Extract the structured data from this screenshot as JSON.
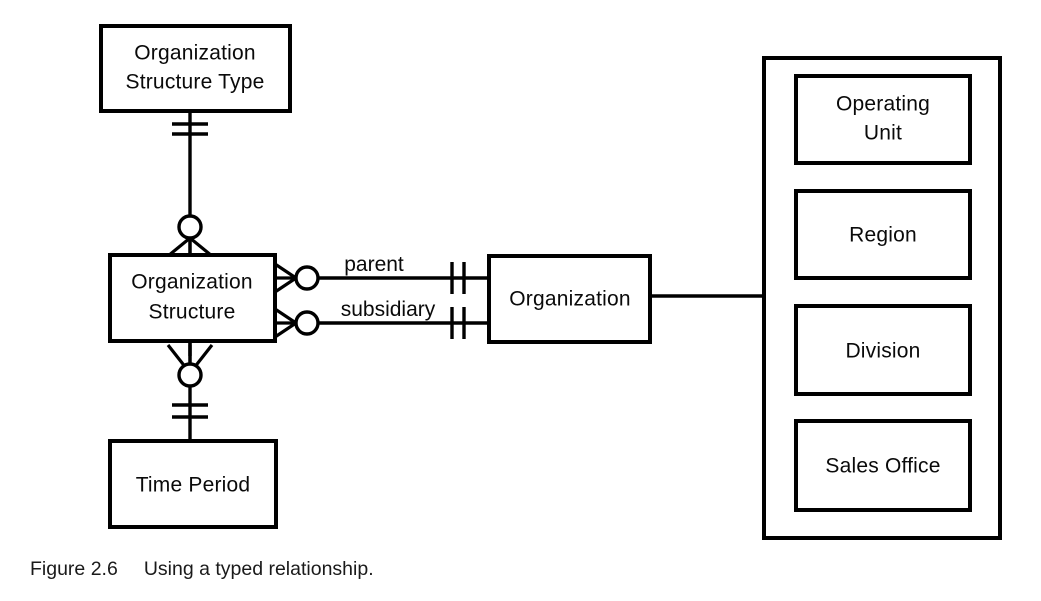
{
  "figure": {
    "number": "Figure 2.6",
    "caption": "Using a typed relationship."
  },
  "entities": {
    "org_structure_type": {
      "line1": "Organization",
      "line2": "Structure Type"
    },
    "org_structure": {
      "line1": "Organization",
      "line2": "Structure"
    },
    "time_period": {
      "line1": "Time Period"
    },
    "organization": {
      "line1": "Organization"
    }
  },
  "relationships": {
    "parent": "parent",
    "subsidiary": "subsidiary"
  },
  "subtypes": {
    "panel_title": "",
    "items": [
      {
        "line1": "Operating",
        "line2": "Unit"
      },
      {
        "line1": "Region",
        "line2": ""
      },
      {
        "line1": "Division",
        "line2": ""
      },
      {
        "line1": "Sales Office",
        "line2": ""
      }
    ]
  },
  "colors": {
    "ink": "#000000",
    "paper": "#ffffff",
    "caption": "#1a1a1a"
  }
}
